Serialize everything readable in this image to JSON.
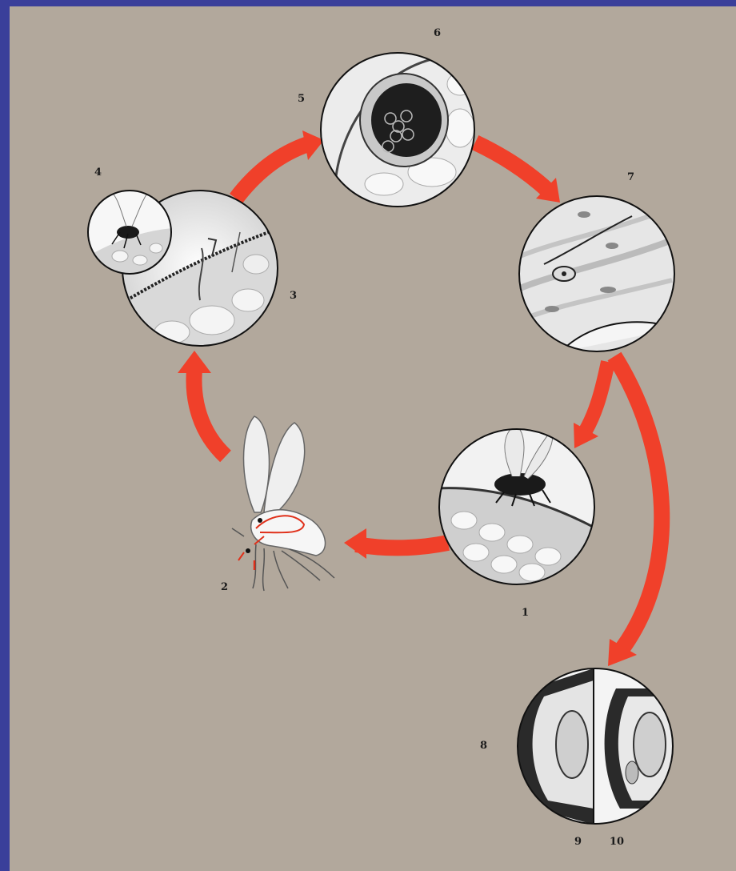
{
  "diagram": {
    "labels": {
      "n1": "1",
      "n2": "2",
      "n3": "3",
      "n4": "4",
      "n5": "5",
      "n6": "6",
      "n7": "7",
      "n8": "8",
      "n9": "9",
      "n10": "10"
    },
    "colors": {
      "arrow": "#f0402a",
      "panel": "#b2a89c",
      "border": "#3a3f9a",
      "ink": "#1a1a1a"
    },
    "stages": [
      {
        "id": "1",
        "icon": "fly-biting-skin-icon"
      },
      {
        "id": "2",
        "icon": "fly-with-larvae-icon"
      },
      {
        "id": "3",
        "icon": "larva-entering-skin-icon"
      },
      {
        "id": "4",
        "icon": "fly-on-skin-inset-icon"
      },
      {
        "id": "5",
        "icon": "nodule-icon"
      },
      {
        "id": "6",
        "icon": "adult-worms-in-nodule-icon"
      },
      {
        "id": "7",
        "icon": "microfilaria-in-tissue-icon"
      },
      {
        "id": "8",
        "icon": "eye-cross-section-icon"
      }
    ]
  }
}
